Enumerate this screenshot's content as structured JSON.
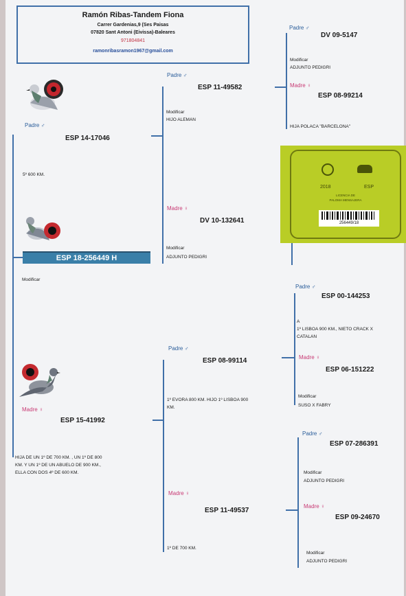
{
  "header": {
    "owner": "Ramón Ribas-Tandem Fiona",
    "address1": "Carrer Gardenias,9 (Ses Paisas",
    "address2": "07820 Sant Antoni (Eivissa)-Baleares",
    "phone": "971804841",
    "email": "ramonribasramon1967@gmail.com"
  },
  "symbols": {
    "male": "♂",
    "female": "♀"
  },
  "subject": {
    "ring": "ESP 18-256449 H",
    "note_label": "Modificar",
    "distance": "5º 600 KM."
  },
  "labels": {
    "padre": "Padre",
    "madre": "Madre",
    "modificar": "Modificar"
  },
  "parents": {
    "sire": {
      "ring": "ESP 14-17046"
    },
    "dam": {
      "ring": "ESP 15-41992",
      "note": [
        "HIJA DE UN 1º DE 700 KM. , UN 1º DE 800",
        "KM. Y UN 1º DE UN ABUELO DE 900 KM.,",
        "ELLA CON DOS 4º DE 600 KM."
      ]
    }
  },
  "grandparents": {
    "ss": {
      "ring": "ESP 11-49582",
      "note": "HIJO ALEMAN"
    },
    "sd": {
      "ring": "DV 10-132641",
      "note": "ADJUNTO PEDIGRI"
    },
    "ds": {
      "ring": "ESP 08-99114",
      "note": [
        "1º EVORA 800 KM. HIJO 1º LISBOA 900",
        "KM."
      ]
    },
    "dd": {
      "ring": "ESP 11-49537",
      "note": "1º DE 700 KM."
    }
  },
  "great_grandparents": {
    "sss": {
      "ring": "DV 09-5147",
      "note": "ADJUNTO PEDIGRI"
    },
    "ssd": {
      "ring": "ESP 08-99214",
      "note": "HIJA POLACA \"BARCELONA\""
    },
    "dss": {
      "ring": "ESP 00-144253",
      "note": [
        "A",
        "1º LISBOA 900 KM., NIETO CRACK X",
        "CATALAN"
      ]
    },
    "dsd": {
      "ring": "ESP 06-151222",
      "note": "SUSO X FABRY"
    },
    "dds": {
      "ring": "ESP 07-286391",
      "note": "ADJUNTO PEDIGRI"
    },
    "ddd": {
      "ring": "ESP 09-24670",
      "note": "ADJUNTO PEDIGRI"
    }
  },
  "license": {
    "year": "2018",
    "country": "ESP",
    "title1": "LICENCIA DE",
    "title2": "PALOMA MENSAJERA",
    "number": "256449/18"
  },
  "colors": {
    "line": "#3f6fa8",
    "bar": "#3a7fa8",
    "pink": "#c83a74",
    "blue": "#2a5d9a",
    "license": "#b9cd26"
  }
}
